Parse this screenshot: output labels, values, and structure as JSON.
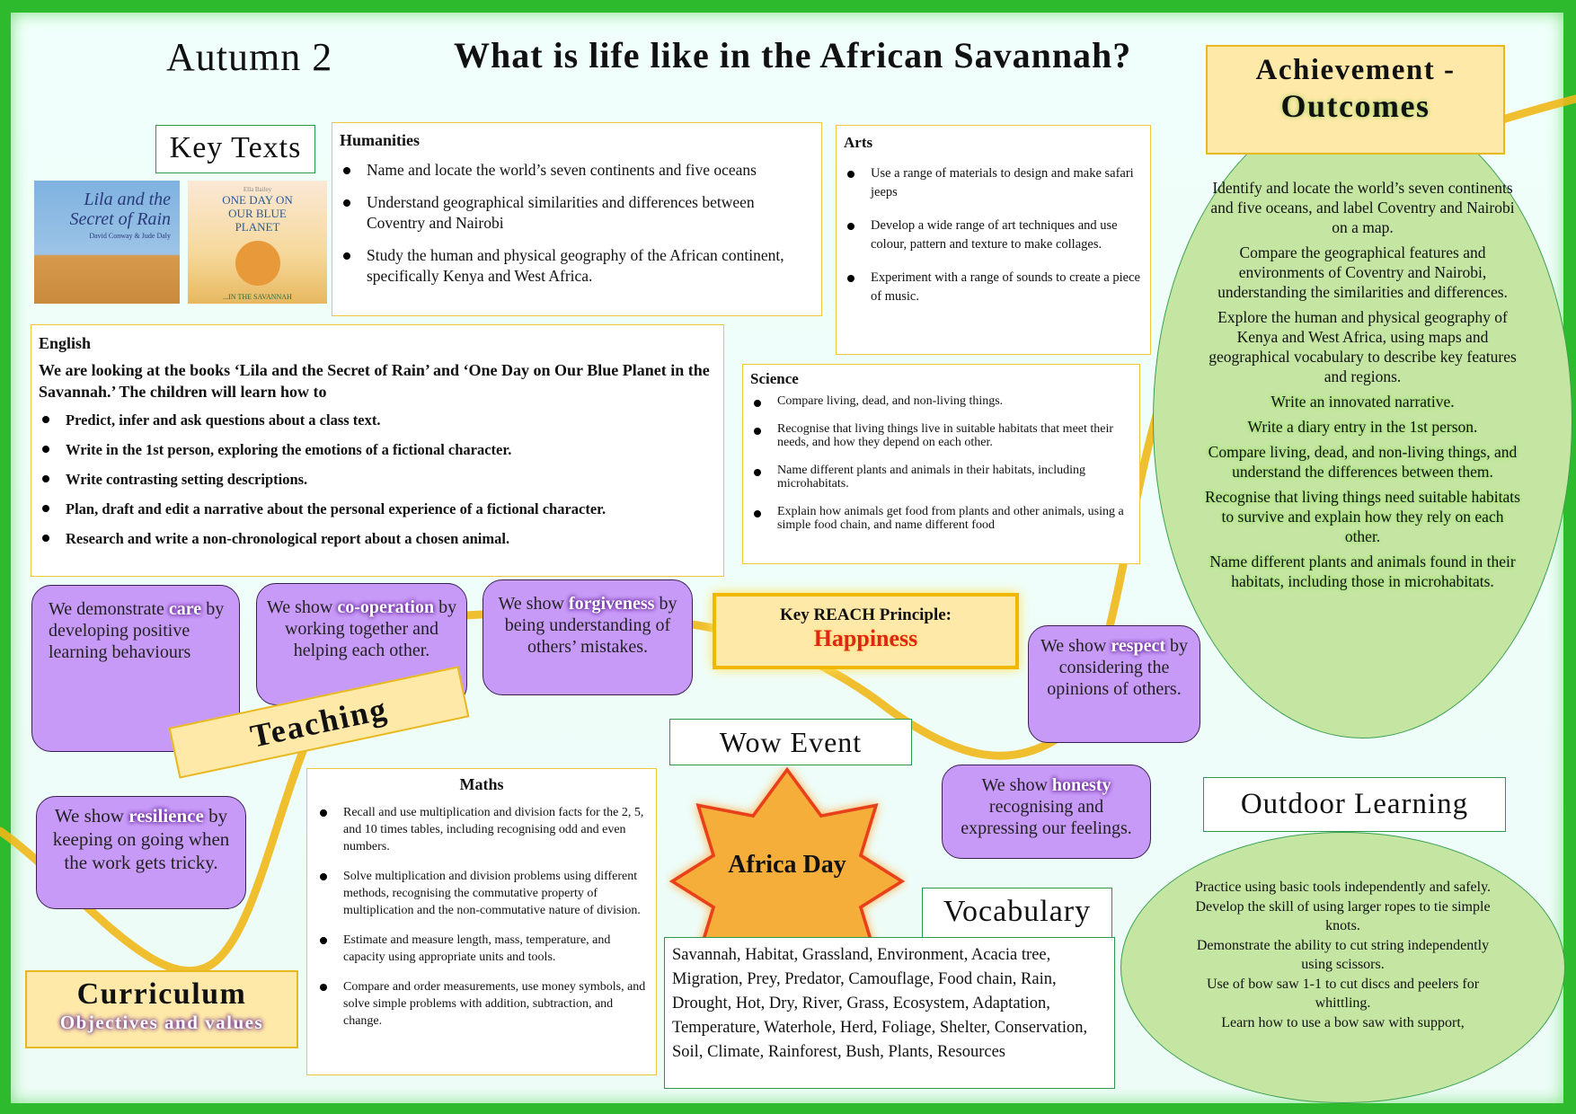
{
  "header": {
    "term": "Autumn 2",
    "title": "What is life like in the African Savannah?"
  },
  "achievement": {
    "title_line1": "Achievement -",
    "title_line2": "Outcomes",
    "items": [
      "Identify and locate the world’s seven continents and five oceans, and label Coventry and Nairobi on a map.",
      "Compare the geographical features and environments of Coventry and Nairobi, understanding the similarities and differences.",
      "Explore the human and physical geography of Kenya and West Africa, using maps and geographical  vocabulary to describe key features and regions.",
      "Write an innovated narrative.",
      "Write a diary entry in the 1st person.",
      "Compare living, dead, and non-living things, and understand the differences between them.",
      "Recognise that living things need suitable habitats to survive and explain how they rely on each other.",
      "Name different plants and animals found in their habitats, including those in microhabitats."
    ]
  },
  "key_texts": {
    "label": "Key Texts",
    "books": [
      {
        "title": "Lila and the Secret of Rain",
        "authors": "David Conway & Jude Daly"
      },
      {
        "title": "ONE DAY ON OUR BLUE PLANET",
        "subtitle": "...IN THE SAVANNAH",
        "author": "Ella Bailey"
      }
    ]
  },
  "humanities": {
    "title": "Humanities",
    "items": [
      "Name and locate the world’s seven continents and five oceans",
      "Understand geographical similarities and differences between Coventry and Nairobi",
      "Study the human and physical geography of the African continent, specifically Kenya and West Africa."
    ]
  },
  "arts": {
    "title": "Arts",
    "items": [
      "Use a range of materials to design and make safari jeeps",
      "Develop a wide range of art techniques and use colour, pattern and texture to make collages.",
      "Experiment with a range of sounds to create a piece of music."
    ]
  },
  "english": {
    "title": "English",
    "intro": "We are looking at the books ‘Lila and the Secret of Rain’ and ‘One Day on Our Blue Planet in the Savannah.’ The children will learn how to",
    "items": [
      "Predict, infer and ask questions about a class text.",
      "Write in the 1st person, exploring the emotions of a fictional character.",
      "Write contrasting setting descriptions.",
      "Plan, draft and edit a narrative about the personal experience of a fictional character.",
      "Research and write a non-chronological report about a chosen animal."
    ]
  },
  "science": {
    "title": "Science",
    "items": [
      "Compare living, dead, and non-living things.",
      "Recognise that living things live in suitable habitats that meet their needs, and how they depend on each other.",
      "Name different plants and animals in their habitats, including microhabitats.",
      "Explain how animals get food from plants and other animals, using a simple food chain, and name different food"
    ]
  },
  "values": {
    "care": {
      "pre": "We demonstrate ",
      "key": "care",
      "post": " by developing positive learning behaviours"
    },
    "cooperation": {
      "pre": "We show ",
      "key": "co-operation",
      "post": " by working together and helping each other."
    },
    "forgiveness": {
      "pre": "We show ",
      "key": "forgiveness",
      "post": " by being understanding of others’ mistakes."
    },
    "respect": {
      "pre": "We show ",
      "key": "respect",
      "post": " by considering the opinions of others."
    },
    "resilience": {
      "pre": "We show ",
      "key": "resilience",
      "post": " by keeping on going when the work gets tricky."
    },
    "honesty": {
      "pre": "We show ",
      "key": "honesty",
      "post": " recognising and expressing our feelings."
    }
  },
  "reach": {
    "label": "Key REACH Principle:",
    "value": "Happiness"
  },
  "teaching": "Teaching",
  "wow": {
    "label": "Wow Event",
    "event": "Africa Day"
  },
  "maths": {
    "title": "Maths",
    "items": [
      "Recall and use multiplication and division facts for the 2, 5, and 10 times tables, including recognising odd and even numbers.",
      "Solve multiplication and division problems using different methods, recognising the commutative property of multiplication and the non-commutative nature of division.",
      "Estimate and measure length, mass, temperature, and capacity using appropriate units and tools.",
      "Compare and order measurements, use money symbols, and solve simple problems with addition, subtraction, and change."
    ]
  },
  "vocabulary": {
    "label": "Vocabulary",
    "text": "Savannah, Habitat, Grassland, Environment, Acacia tree, Migration, Prey, Predator, Camouflage, Food chain, Rain, Drought, Hot, Dry, River, Grass, Ecosystem, Adaptation, Temperature, Waterhole, Herd, Foliage, Shelter, Conservation, Soil, Climate, Rainforest, Bush, Plants, Resources"
  },
  "outdoor": {
    "label": "Outdoor Learning",
    "items": [
      "Practice using basic tools independently and safely.",
      "Develop the skill of using larger ropes to tie simple knots.",
      "Demonstrate the ability to cut string independently using scissors.",
      "Use of bow saw 1-1 to cut discs and peelers for whittling.",
      "Learn how to use a bow saw with support,"
    ]
  },
  "curriculum": {
    "line1": "Curriculum",
    "line2": "Objectives and values"
  }
}
